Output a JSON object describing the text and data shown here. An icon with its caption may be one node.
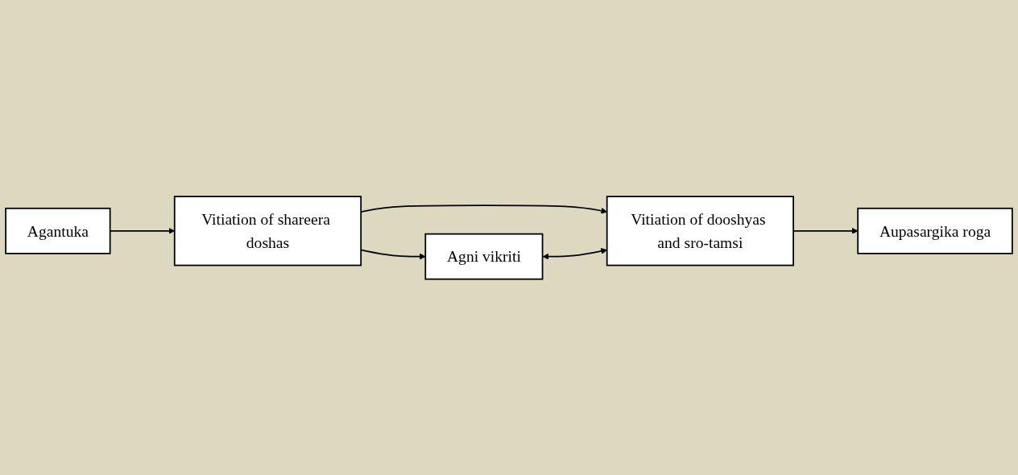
{
  "diagram": {
    "nodes": [
      {
        "text": [
          "Agantuka"
        ]
      },
      {
        "text": [
          "Vitiation of shareera doshas"
        ]
      },
      {
        "text": [
          "Agni vikriti"
        ]
      },
      {
        "text": [
          "Vitiation of dooshyas and sro-tamsi"
        ]
      },
      {
        "text": [
          "Aupasargika roga"
        ]
      }
    ],
    "edges": [
      {
        "from": 0,
        "to": 1,
        "arrow": "to"
      },
      {
        "from": 1,
        "to": 2,
        "arrow": "to"
      },
      {
        "from": 1,
        "to": 3,
        "arrow": "to"
      },
      {
        "from": 2,
        "to": 3,
        "arrow": "both"
      },
      {
        "from": 3,
        "to": 4,
        "arrow": "to"
      }
    ]
  }
}
